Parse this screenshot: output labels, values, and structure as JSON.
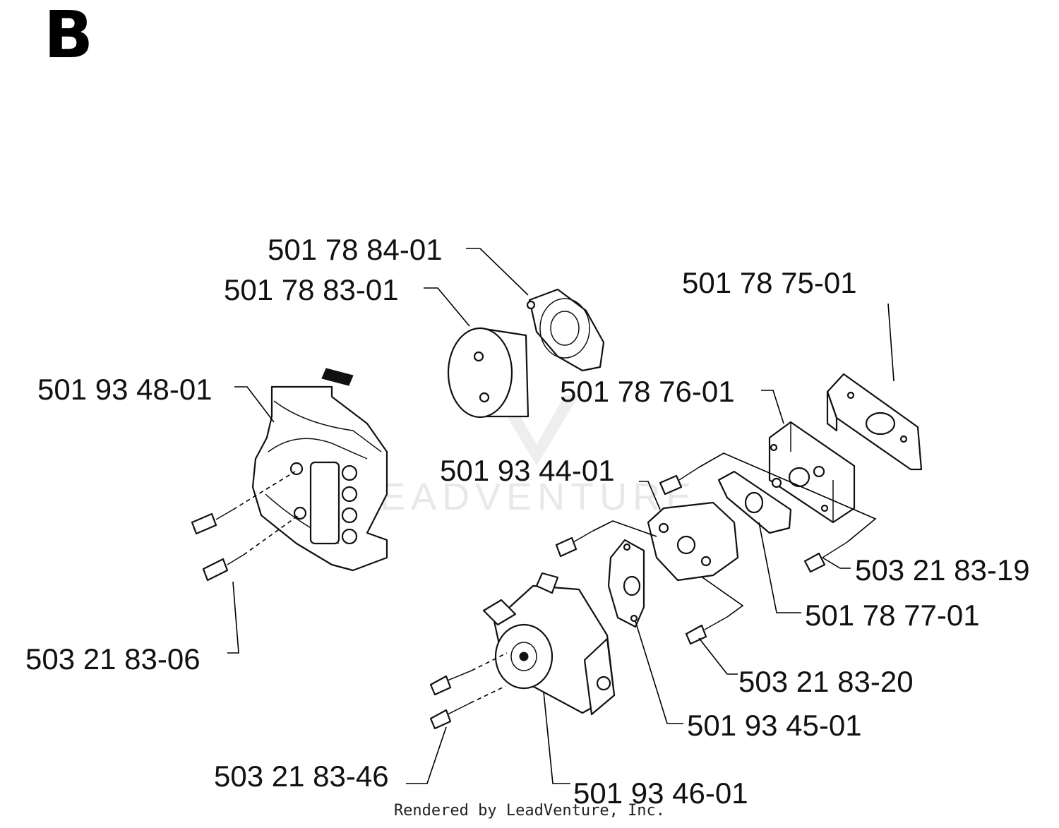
{
  "section_letter": "B",
  "watermark": "LEADVENTURE",
  "credit": "Rendered by LeadVenture, Inc.",
  "labels": {
    "p_501_78_84_01": "501 78 84-01",
    "p_501_78_83_01": "501 78 83-01",
    "p_501_78_75_01": "501 78 75-01",
    "p_501_93_48_01": "501 93 48-01",
    "p_501_78_76_01": "501 78 76-01",
    "p_501_93_44_01": "501 93 44-01",
    "p_503_21_83_19": "503 21 83-19",
    "p_501_78_77_01": "501 78 77-01",
    "p_503_21_83_06": "503 21 83-06",
    "p_503_21_83_20": "503 21 83-20",
    "p_501_93_45_01": "501 93 45-01",
    "p_503_21_83_46": "503 21 83-46",
    "p_501_93_46_01": "501 93 46-01"
  }
}
